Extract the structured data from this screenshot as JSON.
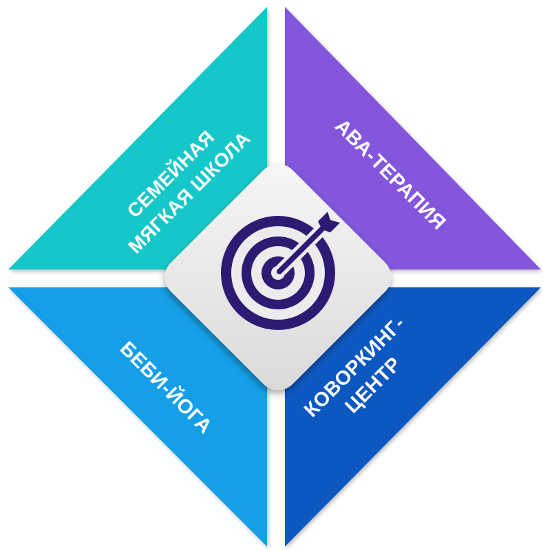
{
  "quadrants": {
    "top_left": {
      "lines": [
        "СЕМЕЙНАЯ",
        "МЯГКАЯ ШКОЛА"
      ],
      "color": "#12c7c9"
    },
    "top_right": {
      "lines": [
        "АВА-ТЕРАПИЯ"
      ],
      "color": "#8456dc"
    },
    "bottom_left": {
      "lines": [
        "БЕБИ-ЙОГА"
      ],
      "color": "#149fe6"
    },
    "bottom_right": {
      "lines": [
        "КОВОРКИНГ-",
        "ЦЕНТР"
      ],
      "color": "#1159c0"
    }
  },
  "center": {
    "icon": "target-with-arrow-icon",
    "icon_color": "#2c1a73",
    "tile_color": "#ececec"
  }
}
